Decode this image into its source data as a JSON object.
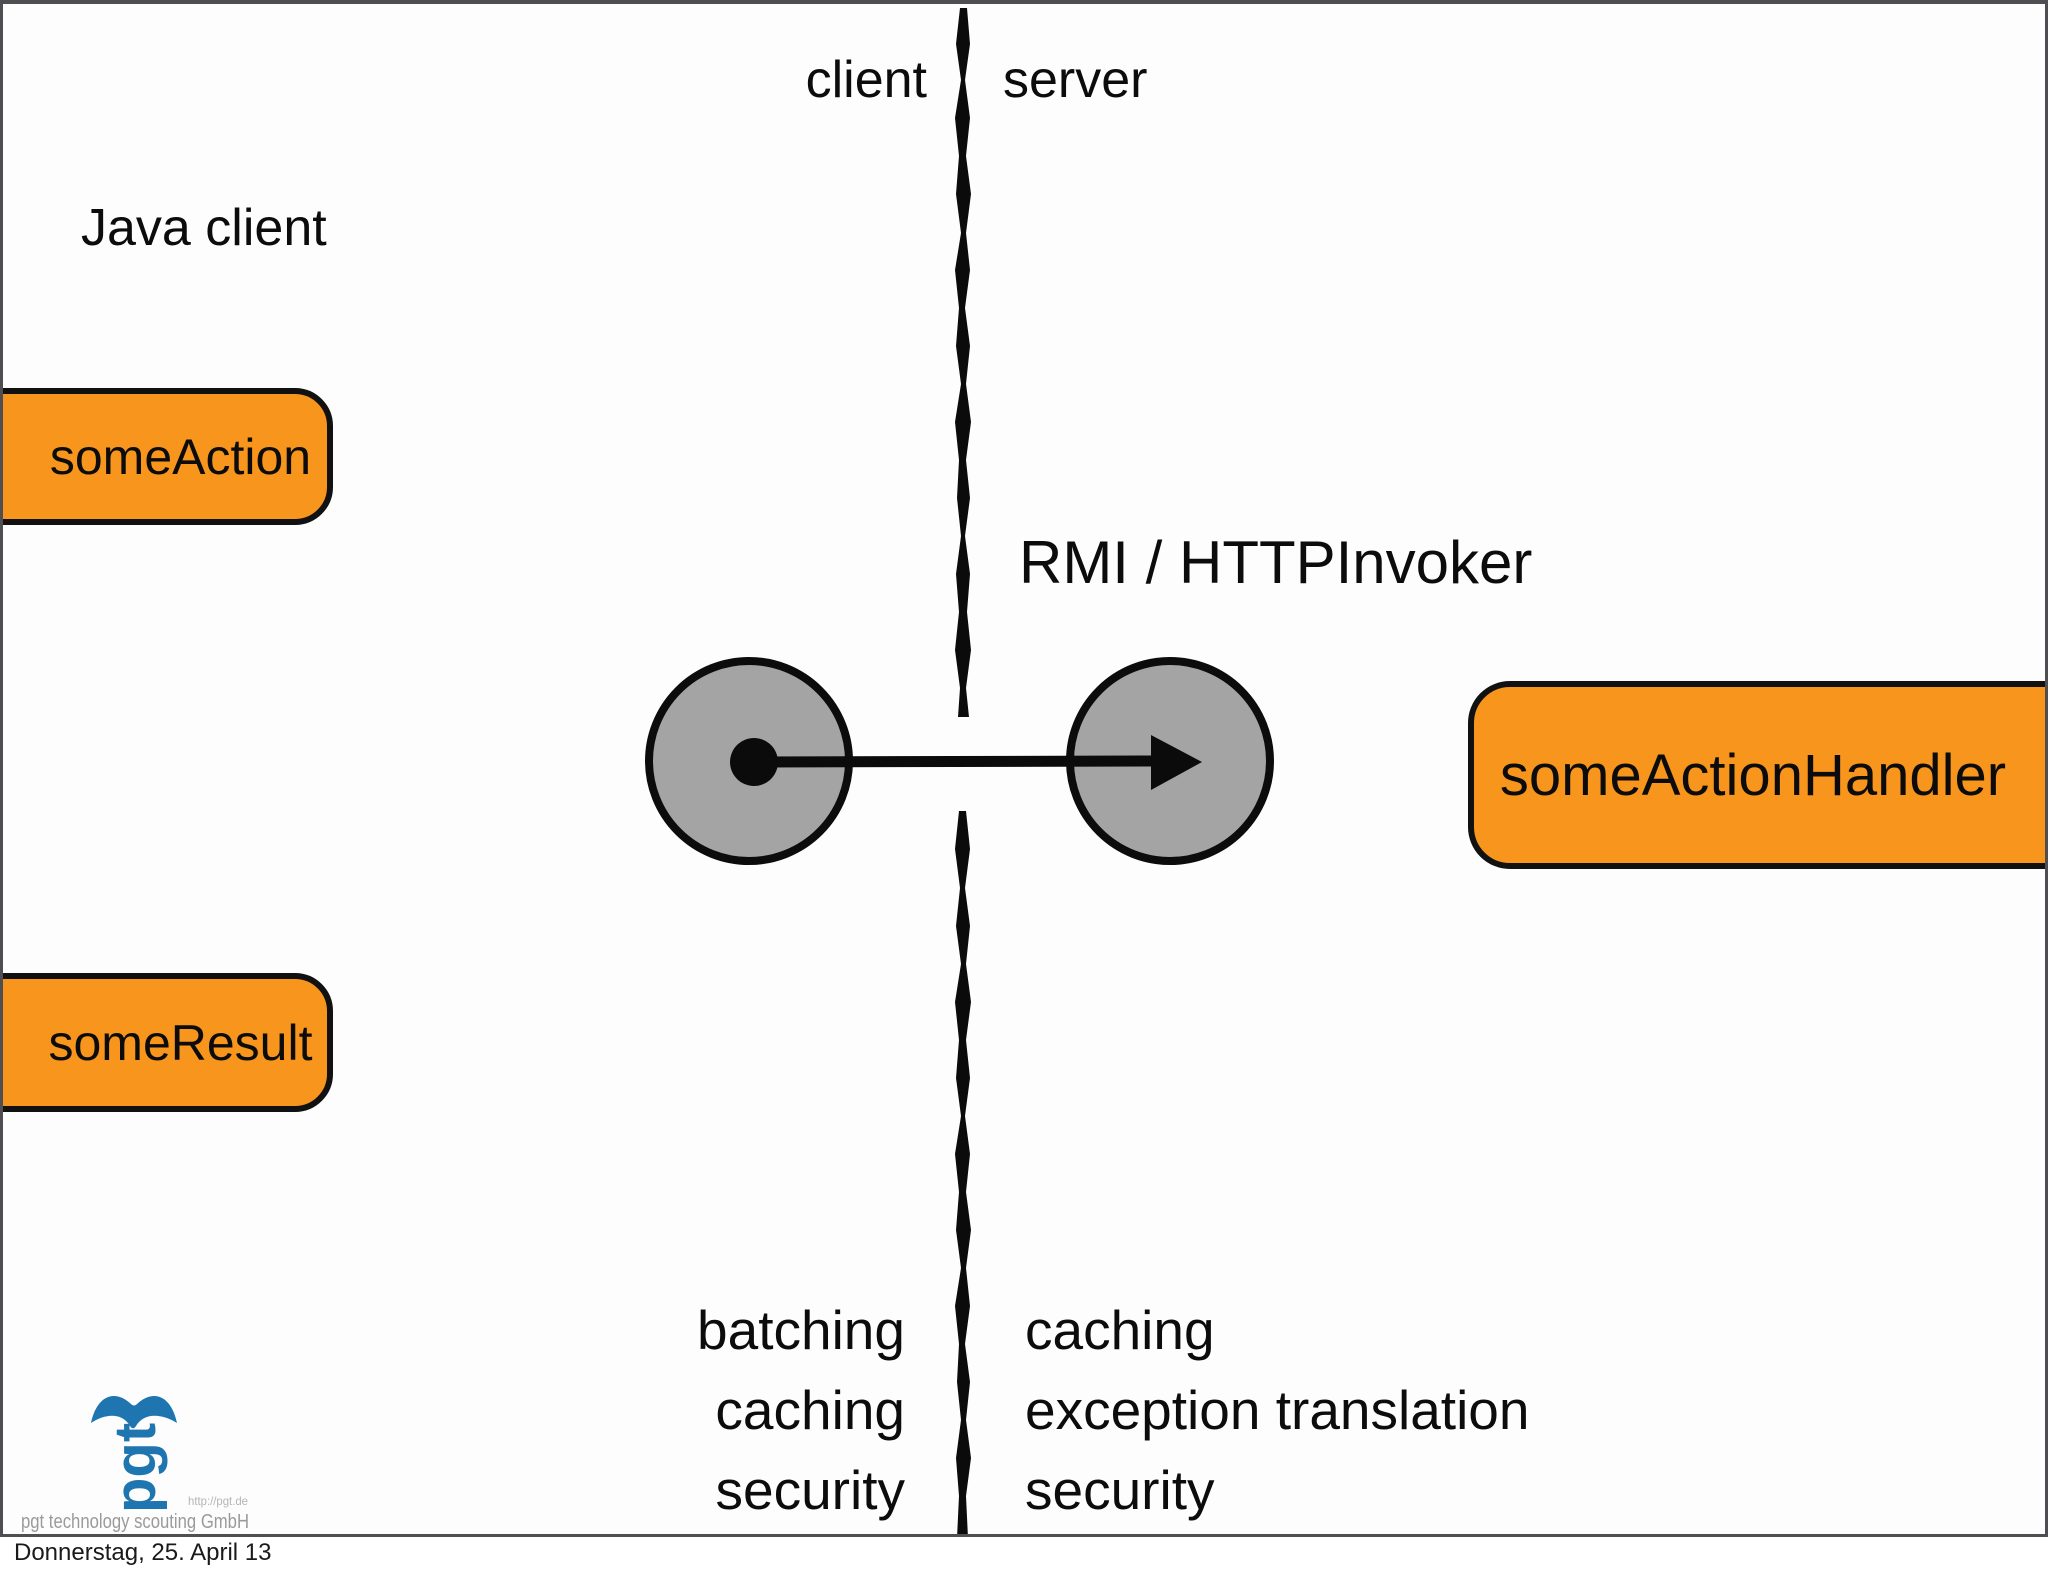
{
  "slide": {
    "header": {
      "client_label": "client",
      "server_label": "server"
    },
    "client_side": {
      "title": "Java client",
      "action_box_label": "someAction",
      "result_box_label": "someResult",
      "features": [
        "batching",
        "caching",
        "security"
      ]
    },
    "server_side": {
      "protocol_label": "RMI / HTTPInvoker",
      "handler_box_label": "someActionHandler",
      "features": [
        "caching",
        "exception translation",
        "security"
      ]
    },
    "icons": {
      "divider": "rough-vertical-divider",
      "arrow": "endpoint-to-endpoint-arrow"
    },
    "colors": {
      "accent_orange": "#f7951d",
      "circle_gray": "#a4a4a4",
      "logo_blue": "#1e75b0",
      "border_gray": "#4e4e53"
    }
  },
  "logo": {
    "mark": "pgt",
    "company": "pgt technology scouting GmbH",
    "url": "http://pgt.de"
  },
  "footer": {
    "date": "Donnerstag, 25. April 13"
  }
}
